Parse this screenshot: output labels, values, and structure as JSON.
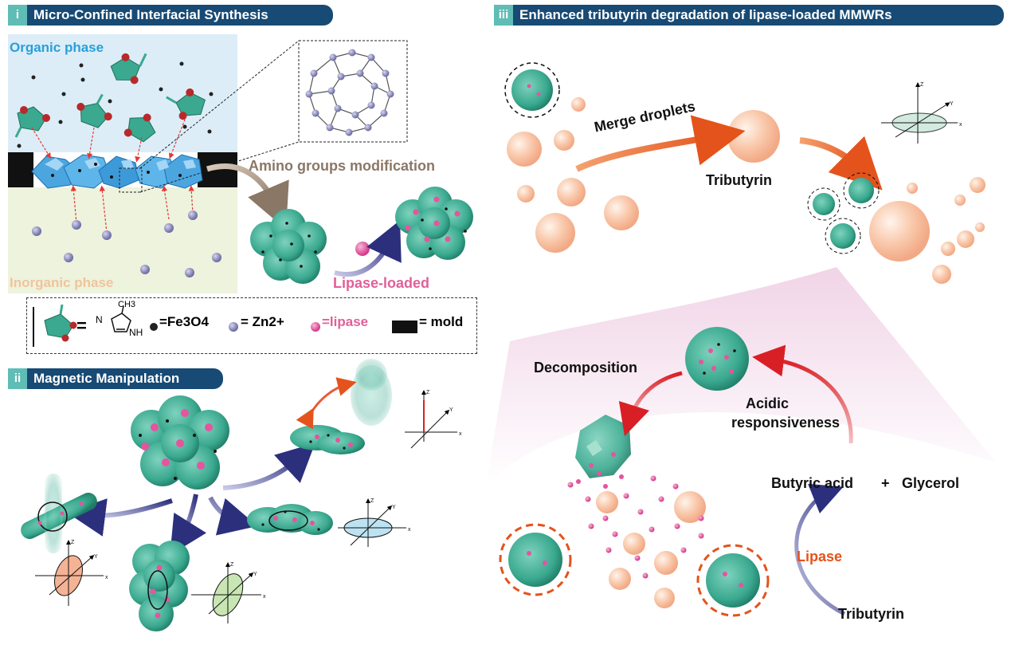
{
  "panel_i": {
    "num": "i",
    "title": "Micro-Confined Interfacial Synthesis"
  },
  "panel_ii": {
    "num": "ii",
    "title": "Magnetic Manipulation"
  },
  "panel_iii": {
    "num": "iii",
    "title": "Enhanced tributyrin degradation of lipase-loaded MMWRs"
  },
  "labels": {
    "organic_phase": "Organic phase",
    "inorganic_phase": "Inorganic phase",
    "amino": "Amino groups modification",
    "lipase_loaded": "Lipase-loaded",
    "merge": "Merge droplets",
    "tributyrin_top": "Tributyrin",
    "decomposition": "Decomposition",
    "acidic_1": "Acidic",
    "acidic_2": "responsiveness",
    "butyric": "Butyric acid",
    "plus": "+",
    "glycerol": "Glycerol",
    "lipase": "Lipase",
    "tributyrin_bottom": "Tributyrin"
  },
  "legend": {
    "eq1": "=",
    "ch3": "CH3",
    "n": "N",
    "nh": "NH",
    "fe_eq": "=Fe3O4",
    "zn_eq": "= Zn2+",
    "lipase_eq": "=lipase",
    "mold_eq": "= mold"
  },
  "axes": {
    "x": "x",
    "y": "Y",
    "z": "Z"
  },
  "colors": {
    "header_bg": "#174a74",
    "header_num_bg": "#5fbdb5",
    "organic_bg": "#dcedf7",
    "inorganic_bg": "#edf3dd",
    "organic_text": "#2a9fd8",
    "inorganic_text": "#f0c49c",
    "amino_text": "#8b7766",
    "lipase_text": "#e0609a",
    "mof": "#3aa98f",
    "crystal": "#3c9ad9",
    "droplet": "#f8c3a4",
    "arrow_orange": "#e4531c",
    "arrow_navy": "#2c2f7c",
    "arrow_red": "#d91f26",
    "lipase_pink": "#e7539e"
  }
}
